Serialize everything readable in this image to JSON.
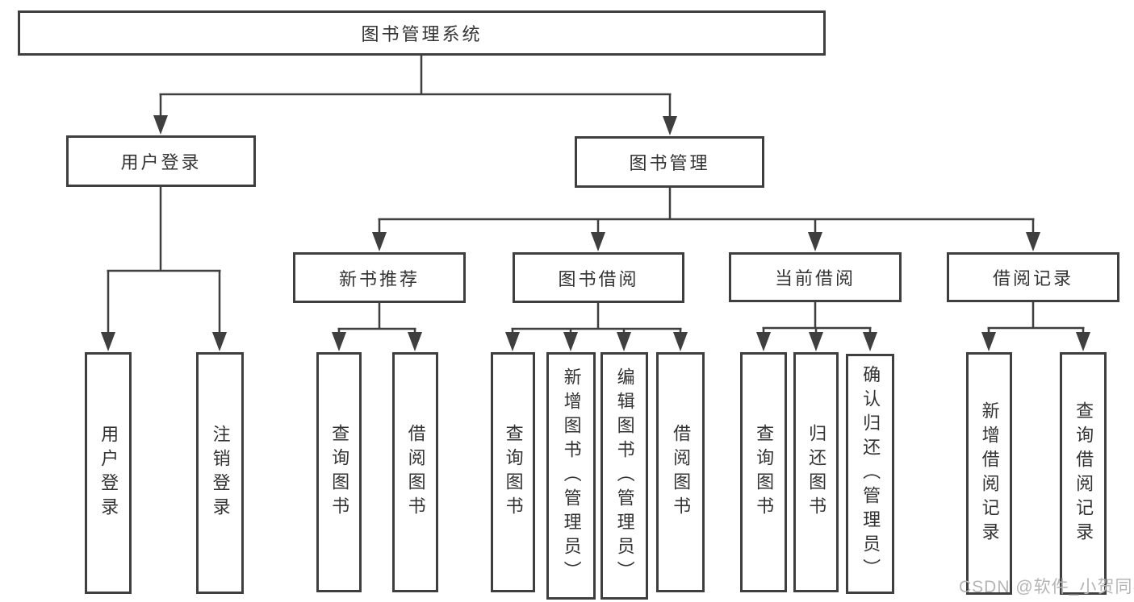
{
  "nodes": {
    "root": "图书管理系统",
    "user_login": "用户登录",
    "book_mgmt": "图书管理",
    "new_books": "新书推荐",
    "book_borrow": "图书借阅",
    "current_borrow": "当前借阅",
    "borrow_records": "借阅记录",
    "ul_login": "用户登录",
    "ul_logout": "注销登录",
    "nb_search": "查询图书",
    "nb_borrow": "借阅图书",
    "bb_search": "查询图书",
    "bb_add": "新增图书（管理员）",
    "bb_edit": "编辑图书（管理员）",
    "bb_borrow": "借阅图书",
    "cb_search": "查询图书",
    "cb_return": "归还图书",
    "cb_confirm": "确认归还（管理员）",
    "br_add": "新增借阅记录",
    "br_search": "查询借阅记录"
  },
  "structure": {
    "edges": [
      [
        "图书管理系统",
        "用户登录"
      ],
      [
        "图书管理系统",
        "图书管理"
      ],
      [
        "用户登录",
        "用户登录"
      ],
      [
        "用户登录",
        "注销登录"
      ],
      [
        "图书管理",
        "新书推荐"
      ],
      [
        "图书管理",
        "图书借阅"
      ],
      [
        "图书管理",
        "当前借阅"
      ],
      [
        "图书管理",
        "借阅记录"
      ],
      [
        "新书推荐",
        "查询图书"
      ],
      [
        "新书推荐",
        "借阅图书"
      ],
      [
        "图书借阅",
        "查询图书"
      ],
      [
        "图书借阅",
        "新增图书（管理员）"
      ],
      [
        "图书借阅",
        "编辑图书（管理员）"
      ],
      [
        "图书借阅",
        "借阅图书"
      ],
      [
        "当前借阅",
        "查询图书"
      ],
      [
        "当前借阅",
        "归还图书"
      ],
      [
        "当前借阅",
        "确认归还（管理员）"
      ],
      [
        "借阅记录",
        "新增借阅记录"
      ],
      [
        "借阅记录",
        "查询借阅记录"
      ]
    ]
  },
  "watermark": "CSDN @软件_小贺同学",
  "colors": {
    "line": "#3f3f3f",
    "text": "#333333",
    "background": "#ffffff",
    "watermark": "#b5b5b5"
  }
}
